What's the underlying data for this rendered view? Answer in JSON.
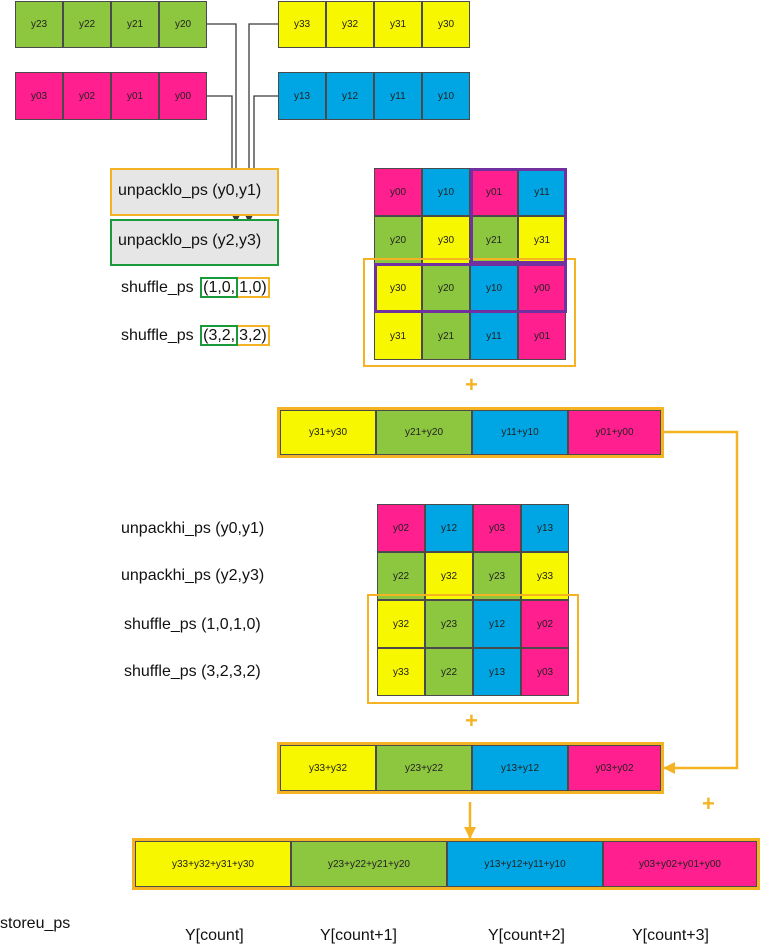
{
  "colors": {
    "green": "#8dc63f",
    "yellow": "#f7f700",
    "pink": "#ff1f8e",
    "blue": "#00a6e4",
    "orange": "#f5b324",
    "purple": "#7030a0",
    "dark_green": "#1a9a3a",
    "gray_fill": "#e6e6e6"
  },
  "inputs": {
    "row_y2": [
      "y23",
      "y22",
      "y21",
      "y20"
    ],
    "row_y3": [
      "y33",
      "y32",
      "y31",
      "y30"
    ],
    "row_y0": [
      "y03",
      "y02",
      "y01",
      "y00"
    ],
    "row_y1": [
      "y13",
      "y12",
      "y11",
      "y10"
    ]
  },
  "labels": {
    "unpacklo_01": "unpacklo_ps (y0,y1)",
    "unpacklo_23": "unpacklo_ps (y2,y3)",
    "shuffle_lo_1": "shuffle_ps",
    "shuffle_lo_1_a": "(1,0,",
    "shuffle_lo_1_b": "1,0)",
    "shuffle_lo_2": "shuffle_ps",
    "shuffle_lo_2_a": "(3,2,",
    "shuffle_lo_2_b": "3,2)",
    "unpackhi_01": "unpackhi_ps (y0,y1)",
    "unpackhi_23": "unpackhi_ps (y2,y3)",
    "shuffle_hi_1": "shuffle_ps (1,0,1,0)",
    "shuffle_hi_2": "shuffle_ps (3,2,3,2)",
    "storeu": "storeu_ps",
    "plus": "+"
  },
  "grid_lo": [
    [
      "y00",
      "y10",
      "y01",
      "y11"
    ],
    [
      "y20",
      "y30",
      "y21",
      "y31"
    ],
    [
      "y30",
      "y20",
      "y10",
      "y00"
    ],
    [
      "y31",
      "y21",
      "y11",
      "y01"
    ]
  ],
  "sum_lo": [
    "y31+y30",
    "y21+y20",
    "y11+y10",
    "y01+y00"
  ],
  "grid_hi": [
    [
      "y02",
      "y12",
      "y03",
      "y13"
    ],
    [
      "y22",
      "y32",
      "y23",
      "y33"
    ],
    [
      "y32",
      "y23",
      "y12",
      "y02"
    ],
    [
      "y33",
      "y22",
      "y13",
      "y03"
    ]
  ],
  "sum_hi": [
    "y33+y32",
    "y23+y22",
    "y13+y12",
    "y03+y02"
  ],
  "sum_final": [
    "y33+y32+y31+y30",
    "y23+y22+y21+y20",
    "y13+y12+y11+y10",
    "y03+y02+y01+y00"
  ],
  "outputs": [
    "Y[count]",
    "Y[count+1]",
    "Y[count+2]",
    "Y[count+3]"
  ]
}
